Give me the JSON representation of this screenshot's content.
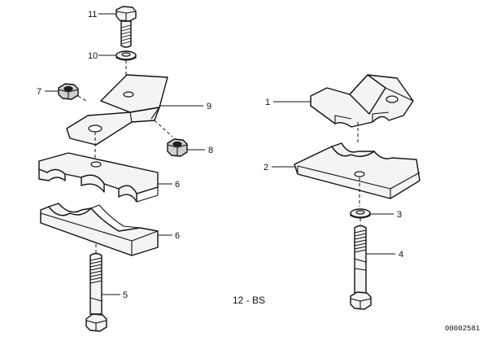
{
  "callouts": {
    "left": {
      "bolt_top": "11",
      "washer": "10",
      "nut_left": "7",
      "bracket": "9",
      "nut_right": "8",
      "upper_clamp": "6",
      "lower_clamp": "6",
      "bolt_bottom": "5"
    },
    "right": {
      "bracket_clamp": "1",
      "lower_clamp": "2",
      "washer": "3",
      "bolt": "4"
    }
  },
  "variant_code": "12 - BS",
  "reference_number": "00002581"
}
